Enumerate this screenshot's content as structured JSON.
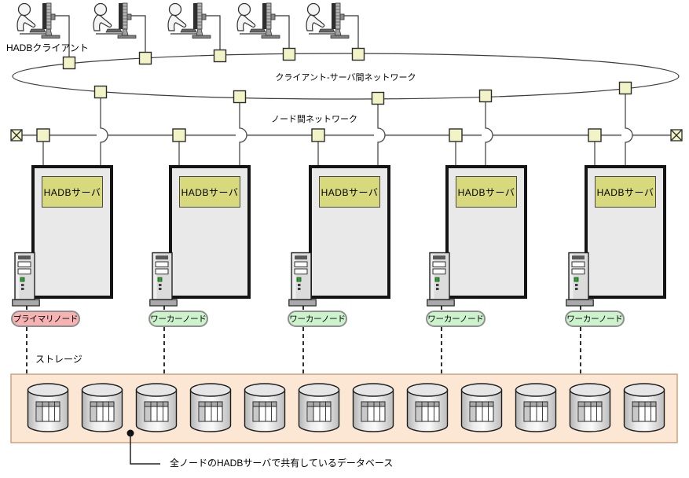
{
  "diagram": {
    "type": "architecture-diagram",
    "clients": {
      "label": "HADBクライアント",
      "count": 5
    },
    "networks": {
      "client_server_label": "クライアント-サーバ間ネットワーク",
      "inter_node_label": "ノード間ネットワーク"
    },
    "servers": [
      {
        "label": "HADBサーバ",
        "node_label": "プライマリノード",
        "node_type": "primary"
      },
      {
        "label": "HADBサーバ",
        "node_label": "ワーカーノード",
        "node_type": "worker"
      },
      {
        "label": "HADBサーバ",
        "node_label": "ワーカーノード",
        "node_type": "worker"
      },
      {
        "label": "HADBサーバ",
        "node_label": "ワーカーノード",
        "node_type": "worker"
      },
      {
        "label": "HADBサーバ",
        "node_label": "ワーカーノード",
        "node_type": "worker"
      }
    ],
    "storage": {
      "label": "ストレージ",
      "database_count": 12,
      "caption": "全ノードのHADBサーバで共有しているデータベース"
    },
    "colors": {
      "primary_node_fill": "#f6b3b3",
      "worker_node_fill": "#cdf3cd",
      "server_label_fill": "#d8d87d",
      "connector_fill": "#f3f3c8",
      "storage_band_fill": "#fbe7d4",
      "server_box_fill": "#e9e9e9"
    }
  }
}
